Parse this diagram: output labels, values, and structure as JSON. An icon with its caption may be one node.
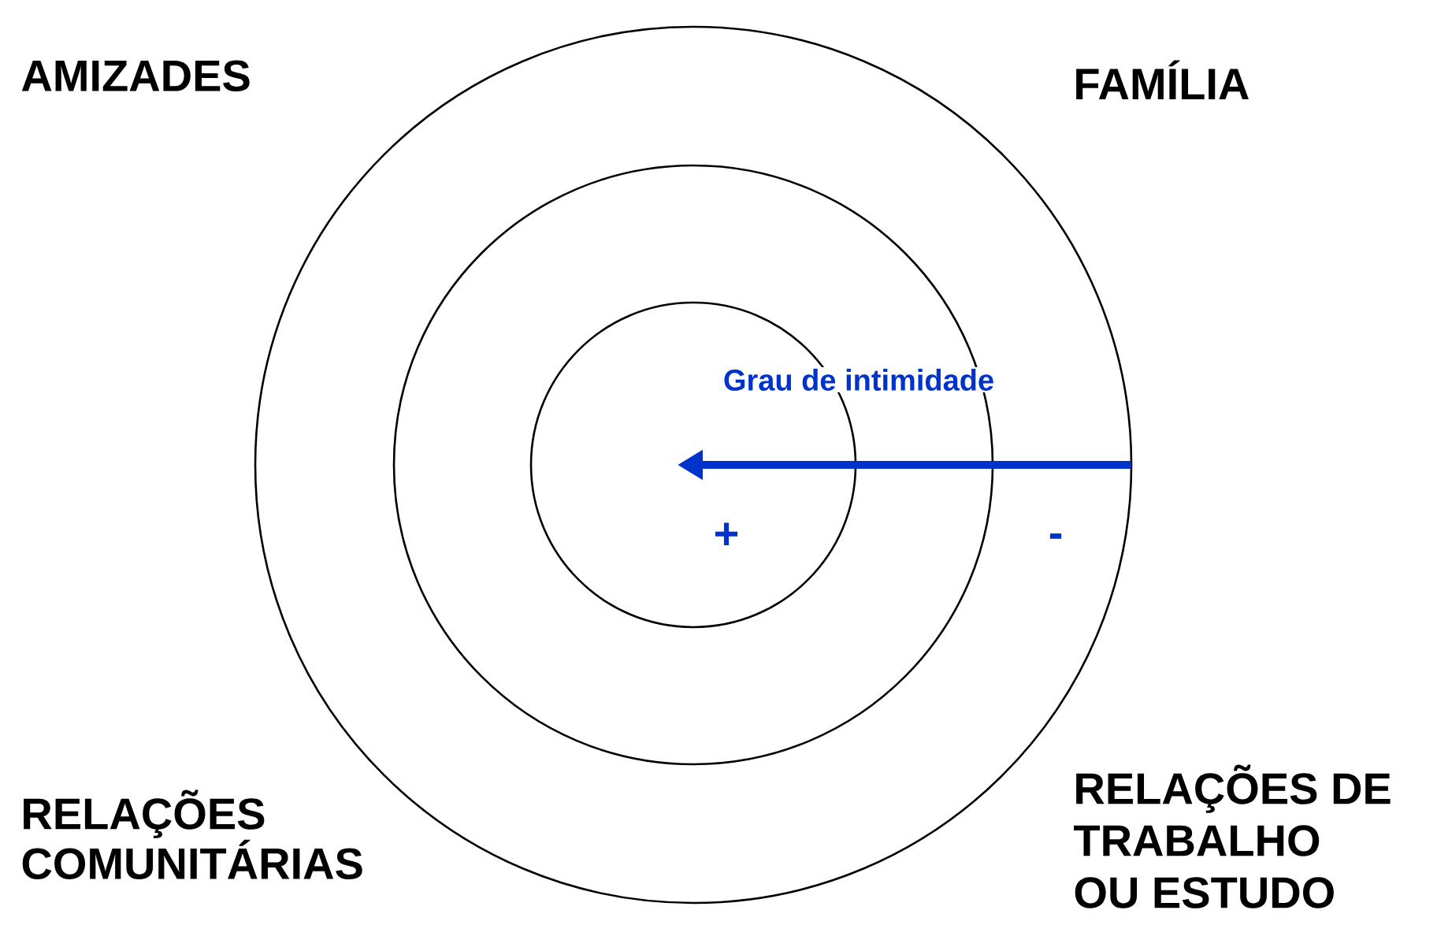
{
  "diagram": {
    "labels": [
      "AMIZADES",
      "FAMÍLIA",
      "Grau de intimidade",
      "+",
      "-",
      "RELAÇÕES COMUNITÁRIAS",
      "RELAÇÕES DE TRABALHO OU ESTUDO"
    ]
  }
}
